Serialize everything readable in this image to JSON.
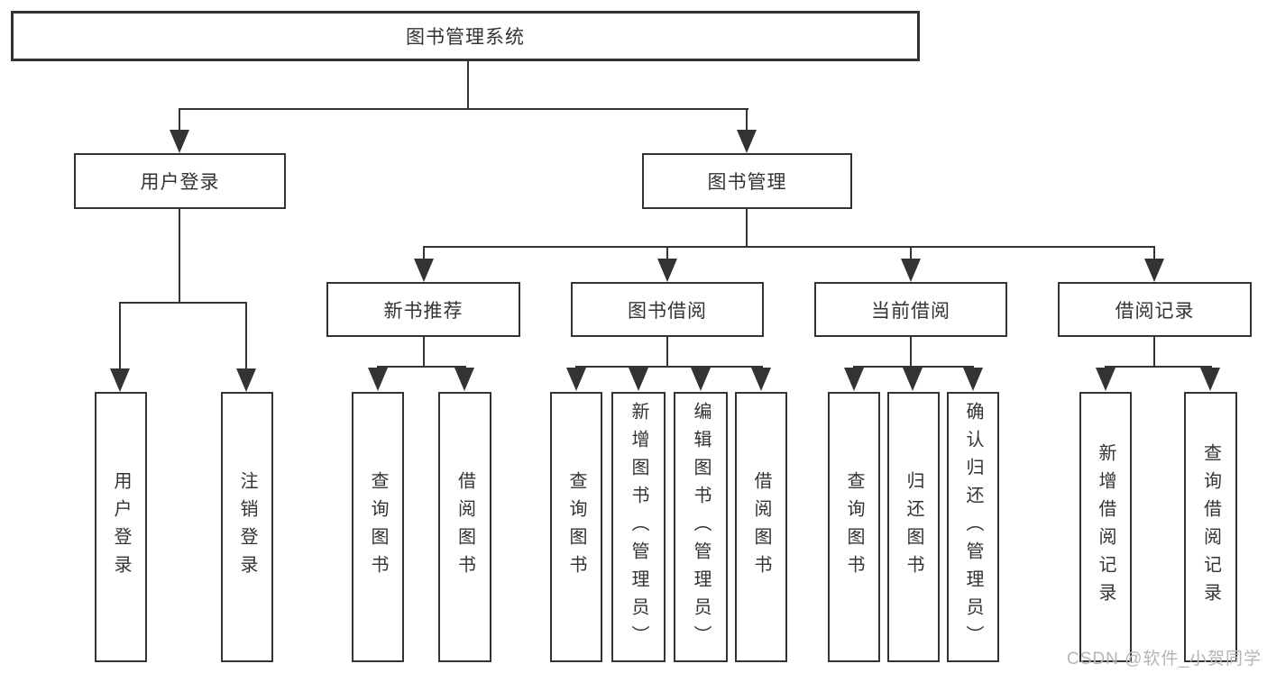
{
  "tree": {
    "root": {
      "label": "图书管理系统"
    },
    "branches": [
      {
        "label": "用户登录",
        "children": [
          "用户登录",
          "注销登录"
        ]
      },
      {
        "label": "图书管理",
        "children": [
          {
            "label": "新书推荐",
            "children": [
              "查询图书",
              "借阅图书"
            ]
          },
          {
            "label": "图书借阅",
            "children": [
              "查询图书",
              "新增图书（管理员）",
              "编辑图书（管理员）",
              "借阅图书"
            ]
          },
          {
            "label": "当前借阅",
            "children": [
              "查询图书",
              "归还图书",
              "确认归还（管理员）"
            ]
          },
          {
            "label": "借阅记录",
            "children": [
              "新增借阅记录",
              "查询借阅记录"
            ]
          }
        ]
      }
    ]
  },
  "watermark": {
    "text": "CSDN @软件_小贺同学"
  },
  "colors": {
    "line": "#333333",
    "box_border": "#333333",
    "text": "#333333",
    "background": "#ffffff",
    "watermark": "#b5b5b5"
  }
}
